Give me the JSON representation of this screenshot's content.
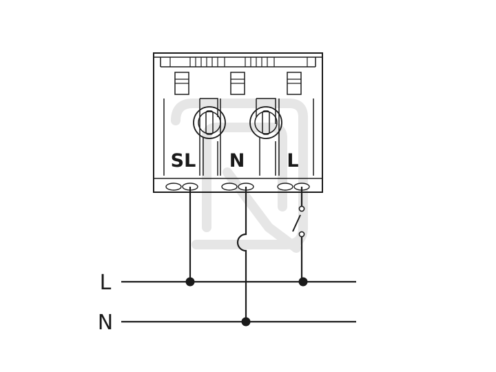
{
  "terminal_labels": {
    "switched_live": "SL",
    "neutral": "N",
    "live": "L"
  },
  "line_labels": {
    "live": "L",
    "neutral": "N"
  },
  "colors": {
    "ink": "#1a1a1a",
    "watermark": "#e6e6e6",
    "background": "#ffffff"
  },
  "icons": {
    "screw": "screw-icon",
    "switch": "switch-icon",
    "crossover": "wire-crossover-icon"
  }
}
